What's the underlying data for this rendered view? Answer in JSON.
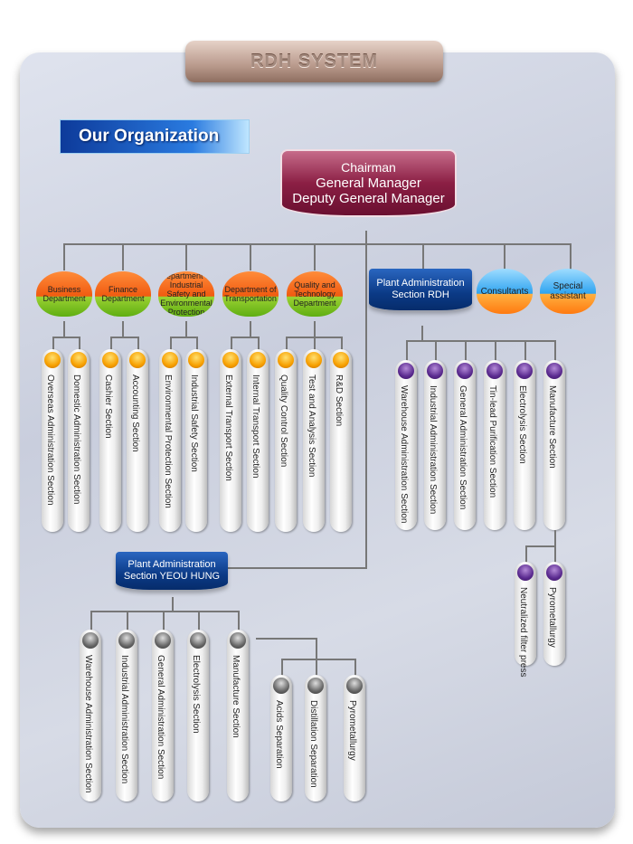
{
  "header": {
    "title": "RDH SYSTEM",
    "banner": "Our Organization"
  },
  "top": {
    "lines": [
      "Chairman",
      "General Manager",
      "Deputy General Manager"
    ]
  },
  "colors": {
    "department": "#f05a10",
    "rdh_dot": "#5a2a8f",
    "section_dot": "#f7a000",
    "yeou_dot": "#666666",
    "top_box": "#8b1f44",
    "plant_box": "#0b3a86"
  },
  "departments": [
    {
      "label": "Business Department",
      "sections": [
        "Overseas Administration Section",
        "Domestic Administration Section"
      ]
    },
    {
      "label": "Finance Department",
      "sections": [
        "Cashier Section",
        "Accounting Section"
      ]
    },
    {
      "label": "Department of Industrial Safety and Environmental Protection",
      "sections": [
        "Environmental Protection Section",
        "Industrial Safety Section"
      ]
    },
    {
      "label": "Department of Transportation",
      "sections": [
        "External Transport Section",
        "Internal Transport Section"
      ]
    },
    {
      "label": "Quality and Technology Department",
      "sections": [
        "Quality Control Section",
        "Test and Analysis Section",
        "R&D Section"
      ]
    }
  ],
  "rdh": {
    "label": "Plant Administration Section RDH",
    "sections": [
      "Warehouse Administration Section",
      "Industrial Administration Section",
      "General Administration Section",
      "Tin-lead Purification Section",
      "Electrolysis Section",
      "Manufacture Section"
    ],
    "manufacture_sub": [
      "Neutralized filter press",
      "Pyrometallurgy"
    ]
  },
  "advisors": [
    "Consultants",
    "Special assistant"
  ],
  "yeou": {
    "label": "Plant Administration Section YEOU HUNG",
    "sections": [
      "Warehouse Administration Section",
      "Industrial Administration Section",
      "General Administration Section",
      "Electrolysis Section",
      "Manufacture Section"
    ],
    "manufacture_sub": [
      "Acids Separation",
      "Distillation Separation",
      "Pyrometallurgy"
    ]
  }
}
